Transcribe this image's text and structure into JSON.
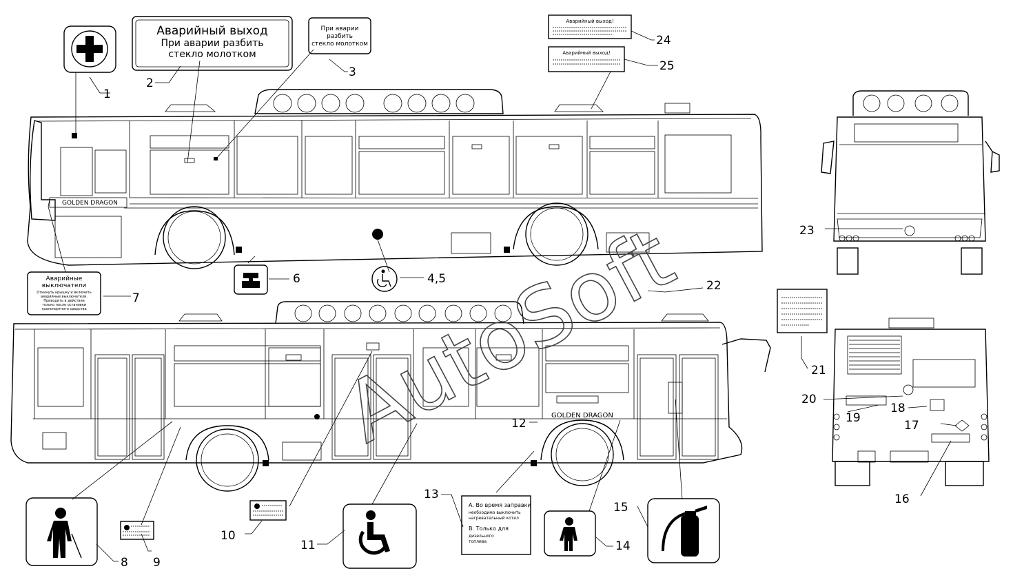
{
  "labels": {
    "emergency_exit_title": "Аварийный выход",
    "emergency_exit_line2": "При аварии разбить",
    "emergency_exit_line3": "стекло молотком",
    "hammer_line1": "При аварии",
    "hammer_line2": "разбить",
    "hammer_line3": "стекло молотком",
    "switch_title1": "Аварийные",
    "switch_title2": "выключатели",
    "switch_body1": "Откинуть крышку и включить",
    "switch_body2": "аварийные выключатели.",
    "switch_body3": "Приводить в действие",
    "switch_body4": "только после остановки",
    "switch_body5": "транспортного средства",
    "small_exit_title": "Аварийный выход!",
    "small_exit_title2": "Аварийный выход!",
    "fuel_a1": "А. Во время заправки",
    "fuel_a2": "необходимо выключить",
    "fuel_a3": "нагревательный котел",
    "fuel_b1": "В. Только для",
    "fuel_b2": "дизельного",
    "fuel_b3": "топлива",
    "brand_top": "GOLDEN DRAGON",
    "brand_bottom": "GOLDEN DRAGON",
    "watermark": "AutoSoft"
  },
  "callouts": [
    "1",
    "2",
    "3",
    "24",
    "25",
    "6",
    "7",
    "4,5",
    "22",
    "23",
    "21",
    "20",
    "19",
    "18",
    "17",
    "16",
    "12",
    "13",
    "15",
    "14",
    "11",
    "10",
    "9",
    "8"
  ],
  "icons": [
    "first-aid-cross-icon",
    "hammer-icon",
    "wheelchair-icon",
    "blind-person-icon",
    "child-icon",
    "fire-extinguisher-icon"
  ]
}
